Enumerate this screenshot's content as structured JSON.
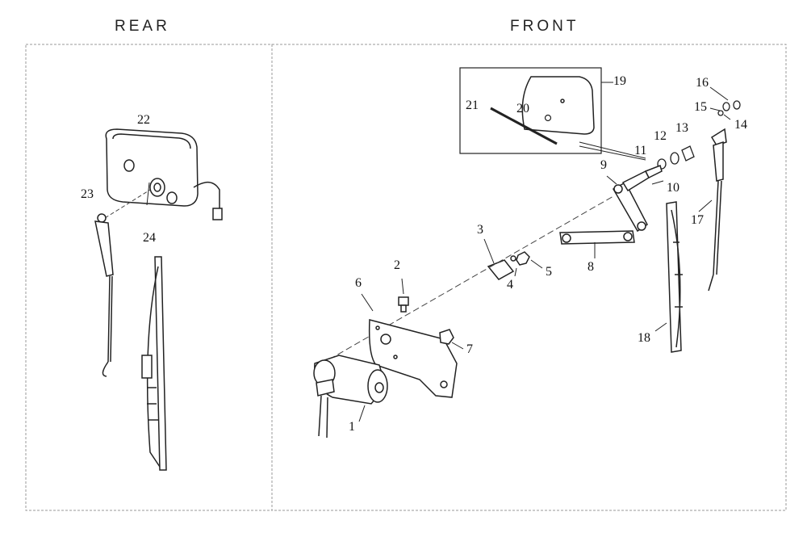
{
  "sections": {
    "rear": {
      "label": "REAR"
    },
    "front": {
      "label": "FRONT"
    }
  },
  "callouts": [
    "1",
    "2",
    "3",
    "4",
    "5",
    "6",
    "7",
    "8",
    "9",
    "10",
    "11",
    "12",
    "13",
    "14",
    "15",
    "16",
    "17",
    "18",
    "19",
    "20",
    "21",
    "22",
    "23",
    "24"
  ],
  "colors": {
    "ink": "#222222",
    "frame": "#999999",
    "background": "#ffffff"
  }
}
